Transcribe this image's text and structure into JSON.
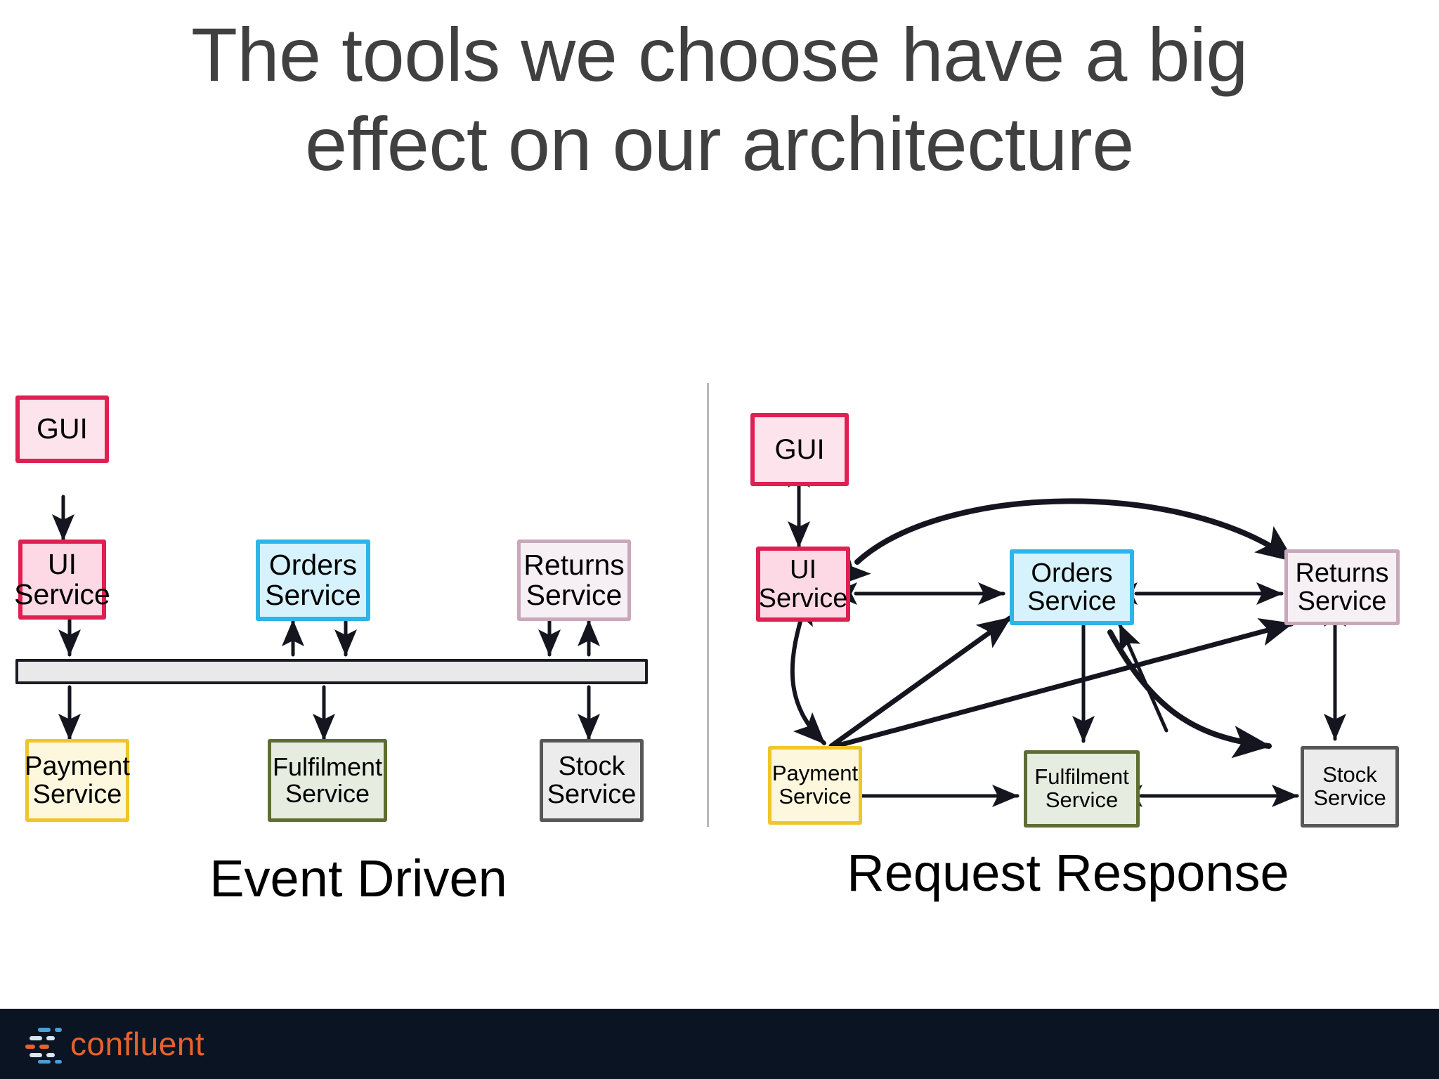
{
  "slide": {
    "title": "The tools we choose have a big\neffect on our architecture",
    "title_color": "#404040",
    "background_color": "#ffffff"
  },
  "panels": [
    {
      "id": "event-driven",
      "caption": "Event Driven",
      "bus_label": "",
      "nodes": [
        {
          "id": "gui",
          "label": "GUI",
          "fill": "#fde3ec",
          "stroke": "#e01f52"
        },
        {
          "id": "ui",
          "label": "UI\nService",
          "fill": "#fcd9e4",
          "stroke": "#e01f52"
        },
        {
          "id": "orders",
          "label": "Orders\nService",
          "fill": "#d6f2fc",
          "stroke": "#2cb5e8"
        },
        {
          "id": "returns",
          "label": "Returns\nService",
          "fill": "#f6f0f4",
          "stroke": "#c9a8bb"
        },
        {
          "id": "payment",
          "label": "Payment\nService",
          "fill": "#fdf8dd",
          "stroke": "#f0c52a"
        },
        {
          "id": "fulfilment",
          "label": "Fulfilment\nService",
          "fill": "#e6ece0",
          "stroke": "#5e6d34"
        },
        {
          "id": "stock",
          "label": "Stock\nService",
          "fill": "#ececec",
          "stroke": "#575757"
        }
      ]
    },
    {
      "id": "request-response",
      "caption": "Request Response",
      "nodes": [
        {
          "id": "gui",
          "label": "GUI",
          "fill": "#fde3ec",
          "stroke": "#e01f52"
        },
        {
          "id": "ui",
          "label": "UI\nService",
          "fill": "#fcd9e4",
          "stroke": "#e01f52"
        },
        {
          "id": "orders",
          "label": "Orders\nService",
          "fill": "#d6f2fc",
          "stroke": "#2cb5e8"
        },
        {
          "id": "returns",
          "label": "Returns\nService",
          "fill": "#f6f0f4",
          "stroke": "#c9a8bb"
        },
        {
          "id": "payment",
          "label": "Payment\nService",
          "fill": "#fdf8dd",
          "stroke": "#f0c52a"
        },
        {
          "id": "fulfilment",
          "label": "Fulfilment\nService",
          "fill": "#e6ece0",
          "stroke": "#5e6d34"
        },
        {
          "id": "stock",
          "label": "Stock\nService",
          "fill": "#ececec",
          "stroke": "#575757"
        }
      ]
    }
  ],
  "footer": {
    "background_color": "#0a1423",
    "brand": "confluent",
    "brand_color": "#e8622c",
    "logo_accent_color": "#4a9fd4",
    "logo_icon": "confluent-bars-icon"
  },
  "chart_data": {
    "type": "diagram",
    "title": "The tools we choose have a big effect on our architecture",
    "panels": [
      {
        "name": "Event Driven",
        "nodes": [
          "GUI",
          "UI Service",
          "Orders Service",
          "Returns Service",
          "Payment Service",
          "Fulfilment Service",
          "Stock Service",
          "Event Bus"
        ],
        "edges": [
          {
            "from": "GUI",
            "to": "UI Service",
            "direction": "one-way"
          },
          {
            "from": "UI Service",
            "to": "Event Bus",
            "direction": "one-way"
          },
          {
            "from": "Event Bus",
            "to": "Orders Service",
            "direction": "one-way"
          },
          {
            "from": "Orders Service",
            "to": "Event Bus",
            "direction": "one-way"
          },
          {
            "from": "Event Bus",
            "to": "Returns Service",
            "direction": "one-way"
          },
          {
            "from": "Returns Service",
            "to": "Event Bus",
            "direction": "one-way"
          },
          {
            "from": "Event Bus",
            "to": "Payment Service",
            "direction": "one-way"
          },
          {
            "from": "Event Bus",
            "to": "Fulfilment Service",
            "direction": "one-way"
          },
          {
            "from": "Event Bus",
            "to": "Stock Service",
            "direction": "one-way"
          }
        ]
      },
      {
        "name": "Request Response",
        "nodes": [
          "GUI",
          "UI Service",
          "Orders Service",
          "Returns Service",
          "Payment Service",
          "Fulfilment Service",
          "Stock Service"
        ],
        "edges": [
          {
            "from": "GUI",
            "to": "UI Service",
            "direction": "two-way"
          },
          {
            "from": "UI Service",
            "to": "Orders Service",
            "direction": "two-way"
          },
          {
            "from": "Orders Service",
            "to": "Returns Service",
            "direction": "two-way"
          },
          {
            "from": "Returns Service",
            "to": "UI Service",
            "direction": "curved-one-way"
          },
          {
            "from": "UI Service",
            "to": "Payment Service",
            "direction": "two-way"
          },
          {
            "from": "Payment Service",
            "to": "Orders Service",
            "direction": "one-way"
          },
          {
            "from": "Payment Service",
            "to": "Returns Service",
            "direction": "one-way"
          },
          {
            "from": "Orders Service",
            "to": "Fulfilment Service",
            "direction": "one-way"
          },
          {
            "from": "Orders Service",
            "to": "Stock Service",
            "direction": "curved-one-way"
          },
          {
            "from": "Fulfilment Service",
            "to": "Orders Service",
            "direction": "one-way"
          },
          {
            "from": "Returns Service",
            "to": "Stock Service",
            "direction": "two-way"
          },
          {
            "from": "Payment Service",
            "to": "Fulfilment Service",
            "direction": "two-way"
          },
          {
            "from": "Fulfilment Service",
            "to": "Stock Service",
            "direction": "two-way"
          }
        ]
      }
    ]
  }
}
